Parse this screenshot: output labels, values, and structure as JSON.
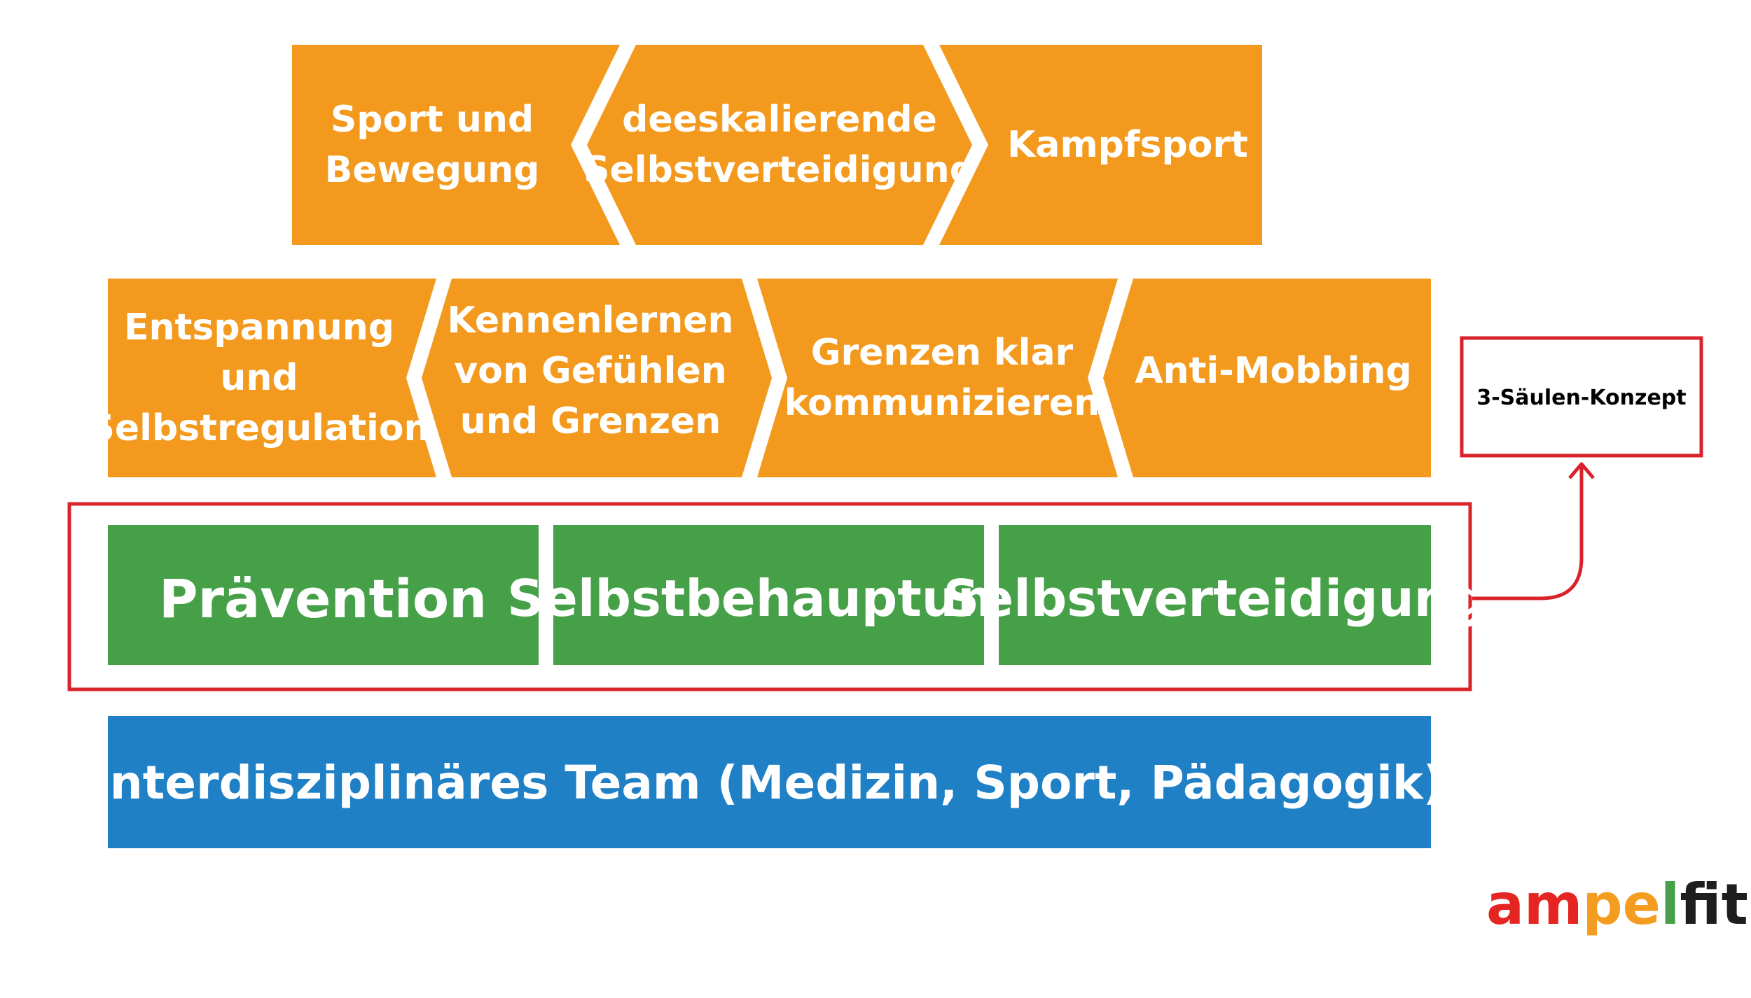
{
  "top_row": {
    "sport": "Sport und\nBewegung",
    "deescalation": "deeskalierende\nSelbstverteidigung",
    "martial_arts": "Kampfsport"
  },
  "middle_row": {
    "relaxation": "Entspannung\nund\nSelbstregulation",
    "feelings": "Kennenlernen\nvon Gefühlen\nund Grenzen",
    "boundaries": "Grenzen klar\nkommunizieren",
    "anti_mobbing": "Anti-Mobbing"
  },
  "pillars": {
    "prevention": "Prävention",
    "assertion": "Selbstbehauptung",
    "defense": "Selbstverteidigung"
  },
  "foundation": {
    "label": "interdisziplinäres Team (Medizin, Sport, Pädagogik)"
  },
  "concept_box": {
    "label": "3-Säulen-Konzept"
  },
  "logo": {
    "letters": [
      "a",
      "m",
      "p",
      "e",
      "l",
      "f",
      "i",
      "t"
    ],
    "colors": [
      "#e52521",
      "#e52521",
      "#f39c1f",
      "#f39c1f",
      "#47a048",
      "#1e1e1e",
      "#1e1e1e",
      "#1e1e1e"
    ]
  },
  "colors": {
    "orange": "#f39a1e",
    "green": "#46a048",
    "blue": "#2080c6",
    "red": "#d8232a"
  }
}
